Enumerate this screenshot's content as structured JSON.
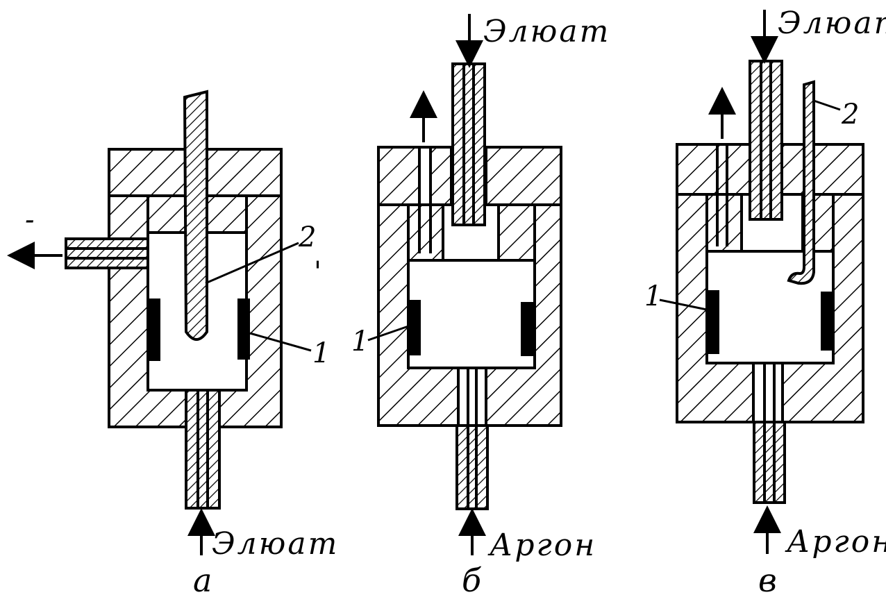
{
  "colors": {
    "ink": "#000000",
    "paper": "#ffffff"
  },
  "panels": [
    {
      "caption": "а",
      "flow_in": "Элюат",
      "outlet_mark": "-",
      "callout_1": "1",
      "callout_2": "2",
      "stray_mark": "'"
    },
    {
      "caption": "б",
      "flow_in": "Аргон",
      "flow_top": "Элюат",
      "callout_1": "1"
    },
    {
      "caption": "в",
      "flow_in": "Аргон",
      "flow_top": "Элюат",
      "callout_1": "1",
      "callout_2": "2"
    }
  ]
}
